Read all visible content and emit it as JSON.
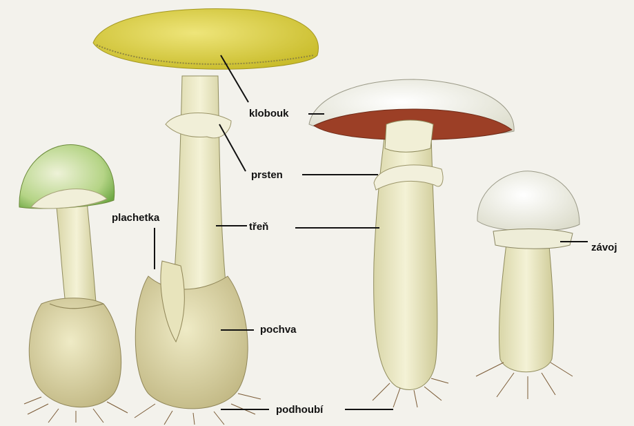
{
  "labels": {
    "klobouk": "klobouk",
    "prsten": "prsten",
    "tren": "třeň",
    "plachetka": "plachetka",
    "pochva": "pochva",
    "podhoubi": "podhoubí",
    "zavoj": "závoj"
  },
  "colors": {
    "paper": "#f3f2ec",
    "cap_yellow": "#d9cf3e",
    "cap_green": "#8fbf5a",
    "gills_brown": "#9c3f26",
    "stem_cream": "#eeecc8",
    "volva": "#dcd6a4",
    "label_line": "#111111"
  }
}
